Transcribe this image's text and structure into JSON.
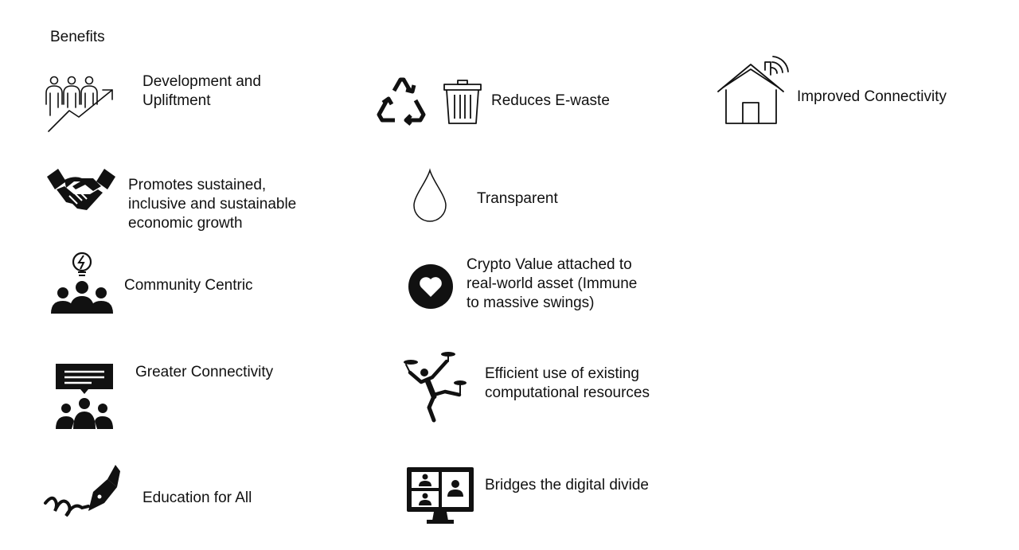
{
  "page": {
    "title": "Benefits"
  },
  "benefits": [
    {
      "label": "Development and\nUpliftment",
      "icon": "people-growth-arrow-icon"
    },
    {
      "label": "Reduces E-waste",
      "icons": [
        "recycle-icon",
        "trash-bin-icon"
      ]
    },
    {
      "label": "Improved Connectivity",
      "icon": "smart-home-signal-icon"
    },
    {
      "label": "Promotes sustained,\ninclusive and sustainable\neconomic growth",
      "icon": "handshake-icon"
    },
    {
      "label": "Transparent",
      "icon": "water-drop-icon"
    },
    {
      "label": "Community Centric",
      "icon": "community-idea-icon"
    },
    {
      "label": "Crypto Value attached to\nreal-world asset (Immune\nto massive swings)",
      "icon": "heart-circle-icon"
    },
    {
      "label": "Greater Connectivity",
      "icon": "group-chat-icon"
    },
    {
      "label": "Efficient use of existing\ncomputational resources",
      "icon": "juggler-icon"
    },
    {
      "label": "Education for All",
      "icon": "pen-signature-icon"
    },
    {
      "label": "Bridges the digital divide",
      "icon": "video-conference-icon"
    }
  ]
}
